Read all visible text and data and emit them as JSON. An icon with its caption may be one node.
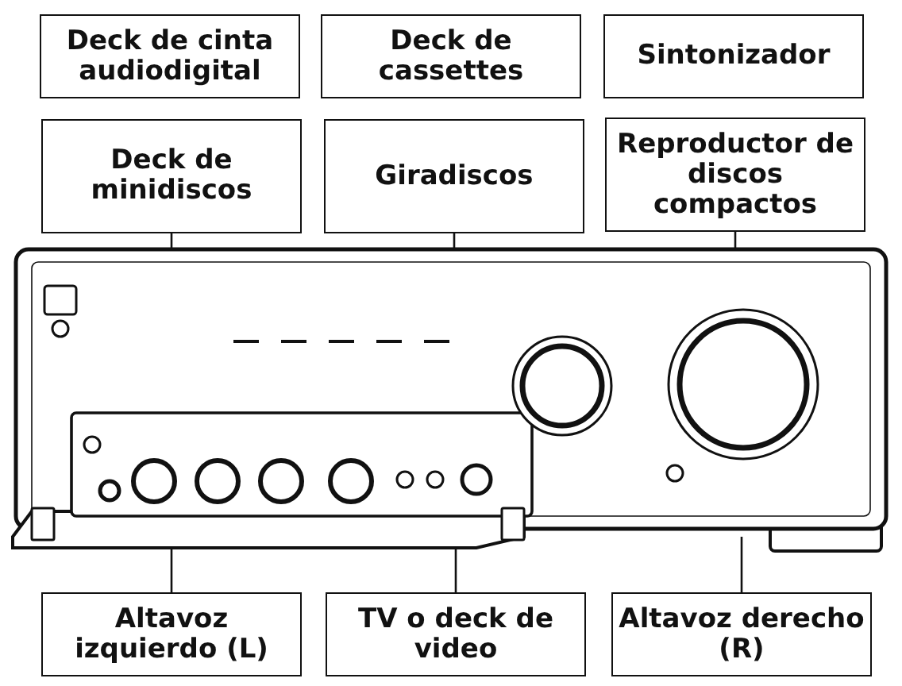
{
  "diagram": {
    "nodes": [
      {
        "text": [
          "Deck de cinta audiodigital"
        ]
      },
      {
        "text": [
          "Deck de cassettes"
        ]
      },
      {
        "text": [
          "Sintonizador"
        ]
      },
      {
        "text": [
          "Deck de minidiscos"
        ]
      },
      {
        "text": [
          "Giradiscos"
        ]
      },
      {
        "text": [
          "Reproductor de discos compactos"
        ]
      },
      {
        "text": [],
        "shape": "picture"
      },
      {
        "text": [
          "Altavoz izquierdo (L)"
        ]
      },
      {
        "text": [
          "TV o deck de video"
        ]
      },
      {
        "text": [
          "Altavoz derecho (R)"
        ]
      }
    ],
    "edges": [
      {
        "from": 3,
        "to": 6,
        "arrow": "none"
      },
      {
        "from": 4,
        "to": 6,
        "arrow": "none"
      },
      {
        "from": 5,
        "to": 6,
        "arrow": "none"
      },
      {
        "from": 6,
        "to": 7,
        "arrow": "none"
      },
      {
        "from": 6,
        "to": 8,
        "arrow": "none"
      },
      {
        "from": 6,
        "to": 9,
        "arrow": "none"
      }
    ]
  }
}
